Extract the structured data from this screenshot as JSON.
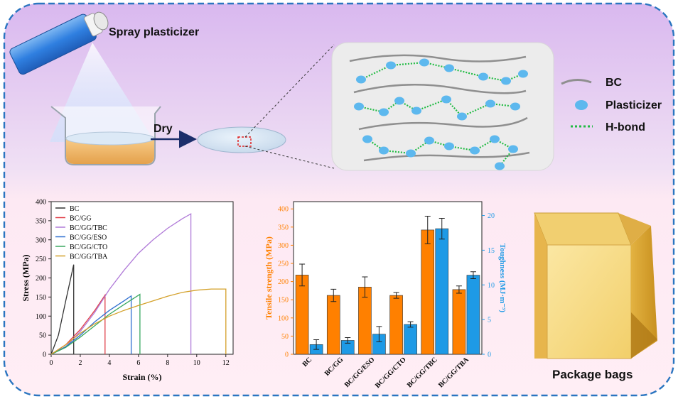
{
  "top": {
    "spray_label": "Spray plasticizer",
    "dry_label": "Dry"
  },
  "legend": {
    "bc": "BC",
    "plasticizer": "Plasticizer",
    "hbond": "H-bond"
  },
  "colors": {
    "fiber": "#8f8f8f",
    "plasticizer": "#5db8ee",
    "hbond": "#22bb44",
    "bar_tensile": "#ff8000",
    "bar_toughness": "#1e9ae6",
    "border": "#2a75c0"
  },
  "package_label": "Package bags",
  "chart_data": [
    {
      "type": "line",
      "xlabel": "Strain (%)",
      "ylabel": "Stress (MPa)",
      "xlim": [
        0,
        12.5
      ],
      "ylim": [
        0,
        400
      ],
      "xticks": [
        0,
        2,
        4,
        6,
        8,
        10,
        12
      ],
      "yticks": [
        0,
        50,
        100,
        150,
        200,
        250,
        300,
        350,
        400
      ],
      "legend_position": "top-left",
      "series": [
        {
          "name": "BC",
          "color": "#333333",
          "points": [
            [
              0,
              0
            ],
            [
              0.5,
              50
            ],
            [
              1.0,
              140
            ],
            [
              1.55,
              235
            ],
            [
              1.55,
              0
            ]
          ]
        },
        {
          "name": "BC/GG",
          "color": "#e0404a",
          "points": [
            [
              0,
              0
            ],
            [
              1.0,
              25
            ],
            [
              2.0,
              65
            ],
            [
              3.0,
              115
            ],
            [
              3.7,
              155
            ],
            [
              3.7,
              0
            ]
          ]
        },
        {
          "name": "BC/GG/TBC",
          "color": "#b07ad8",
          "points": [
            [
              0,
              0
            ],
            [
              1.0,
              20
            ],
            [
              2.0,
              60
            ],
            [
              3.0,
              110
            ],
            [
              4.0,
              170
            ],
            [
              5.0,
              220
            ],
            [
              6.0,
              265
            ],
            [
              7.0,
              300
            ],
            [
              8.0,
              330
            ],
            [
              9.0,
              355
            ],
            [
              9.6,
              368
            ],
            [
              9.6,
              0
            ]
          ]
        },
        {
          "name": "BC/GG/ESO",
          "color": "#2f6fd0",
          "points": [
            [
              0,
              0
            ],
            [
              1.0,
              20
            ],
            [
              2.0,
              50
            ],
            [
              3.0,
              85
            ],
            [
              4.0,
              115
            ],
            [
              5.0,
              140
            ],
            [
              5.5,
              153
            ],
            [
              5.5,
              0
            ]
          ]
        },
        {
          "name": "BC/GG/CTO",
          "color": "#3aa860",
          "points": [
            [
              0,
              0
            ],
            [
              1.0,
              18
            ],
            [
              2.0,
              45
            ],
            [
              3.0,
              75
            ],
            [
              4.0,
              105
            ],
            [
              5.0,
              130
            ],
            [
              6.1,
              157
            ],
            [
              6.1,
              0
            ]
          ]
        },
        {
          "name": "BC/GG/TBA",
          "color": "#d4a12a",
          "points": [
            [
              0,
              0
            ],
            [
              1.0,
              25
            ],
            [
              2.0,
              55
            ],
            [
              3.0,
              80
            ],
            [
              4.0,
              100
            ],
            [
              5.0,
              115
            ],
            [
              6.0,
              128
            ],
            [
              7.0,
              140
            ],
            [
              8.0,
              152
            ],
            [
              9.0,
              162
            ],
            [
              10.0,
              168
            ],
            [
              11.0,
              171
            ],
            [
              12.0,
              171
            ],
            [
              12.0,
              0
            ]
          ]
        }
      ]
    },
    {
      "type": "bar",
      "categories": [
        "BC",
        "BC/GG",
        "BC/GG/ESO",
        "BC/GG/CTO",
        "BC/GG/TBC",
        "BC/GG/TBA"
      ],
      "ylabel": "Tensile strength (MPa)",
      "ylabel_right": "Toughness (MJ·m⁻³)",
      "ylim": [
        0,
        420
      ],
      "ylim_right": [
        0,
        22
      ],
      "yticks": [
        0,
        50,
        100,
        150,
        200,
        250,
        300,
        350,
        400
      ],
      "yticks_right": [
        0,
        5,
        10,
        15,
        20
      ],
      "series": [
        {
          "name": "Tensile strength",
          "axis": "left",
          "color": "#ff8000",
          "values": [
            218,
            162,
            185,
            162,
            342,
            178
          ],
          "errors": [
            30,
            17,
            28,
            8,
            38,
            10
          ]
        },
        {
          "name": "Toughness",
          "axis": "right",
          "color": "#1e9ae6",
          "values": [
            1.4,
            2.0,
            2.9,
            4.3,
            18.1,
            11.4
          ],
          "errors": [
            0.7,
            0.4,
            1.1,
            0.4,
            1.5,
            0.5
          ]
        }
      ]
    }
  ]
}
